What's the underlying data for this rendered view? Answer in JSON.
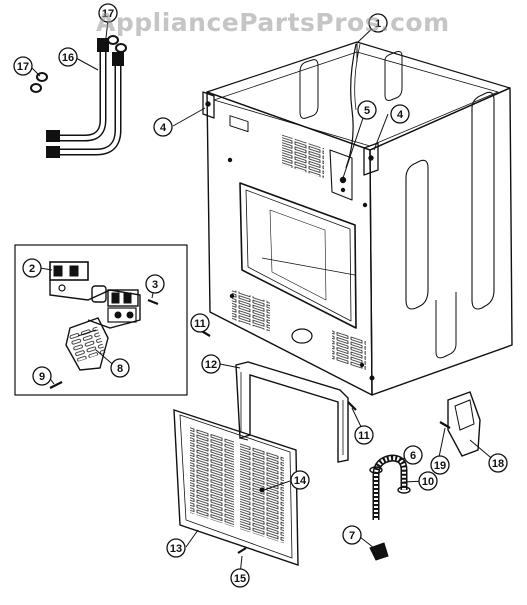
{
  "watermark": "AppliancePartsPros.com",
  "colors": {
    "ink": "#111111",
    "paper": "#ffffff",
    "watermark": "#9a9a9a"
  },
  "callouts": {
    "c1": "1",
    "c2": "2",
    "c3": "3",
    "c4a": "4",
    "c4b": "4",
    "c5": "5",
    "c6": "6",
    "c7": "7",
    "c8": "8",
    "c9": "9",
    "c10": "10",
    "c11a": "11",
    "c11b": "11",
    "c12": "12",
    "c13": "13",
    "c14": "14",
    "c15": "15",
    "c16": "16",
    "c17a": "17",
    "c17b": "17",
    "c18": "18",
    "c19": "19"
  }
}
